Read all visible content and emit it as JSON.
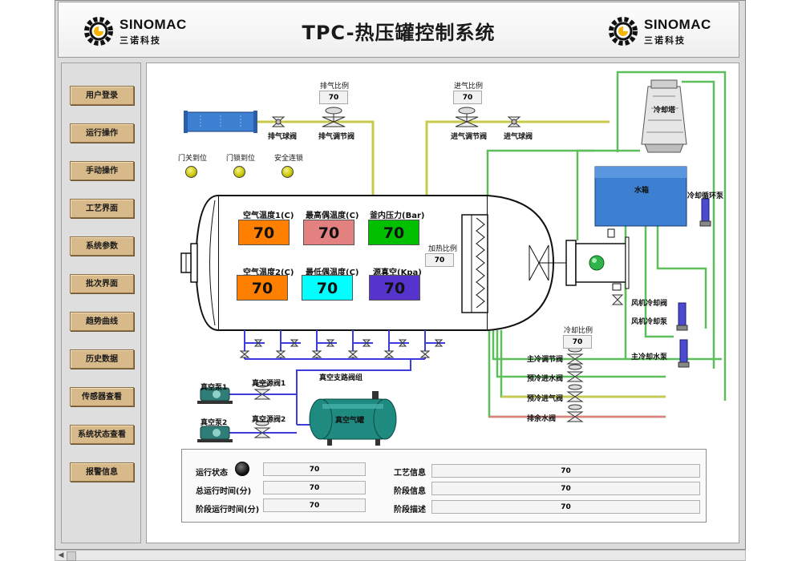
{
  "header": {
    "title": "TPC-热压罐控制系统",
    "logo_brand": "SINOMAC",
    "logo_sub": "三诺科技"
  },
  "sidebar": {
    "items": [
      {
        "label": "用户登录"
      },
      {
        "label": "运行操作"
      },
      {
        "label": "手动操作"
      },
      {
        "label": "工艺界面"
      },
      {
        "label": "系统参数"
      },
      {
        "label": "批次界面"
      },
      {
        "label": "趋势曲线"
      },
      {
        "label": "历史数据"
      },
      {
        "label": "传感器查看"
      },
      {
        "label": "系统状态查看"
      },
      {
        "label": "报警信息"
      }
    ]
  },
  "ratios": {
    "exhaust": {
      "label": "排气比例",
      "value": "70"
    },
    "intake": {
      "label": "进气比例",
      "value": "70"
    },
    "heating": {
      "label": "加热比例",
      "value": "70"
    },
    "cooling": {
      "label": "冷却比例",
      "value": "70"
    }
  },
  "valves": {
    "exhaust_ball": "排气球阀",
    "exhaust_reg": "排气调节阀",
    "intake_reg": "进气调节阀",
    "intake_ball": "进气球阀",
    "fan_cool": "风机冷却阀",
    "main_cool_reg": "主冷调节阀",
    "precool_in": "预冷进水阀",
    "precool_air": "预冷进气阀",
    "drain": "排余水阀",
    "vac_src1": "真空源阀1",
    "vac_src2": "真空源阀2",
    "vac_branch": "真空支路阀组"
  },
  "equipment": {
    "cooling_tower": "冷却塔",
    "water_tank": "水箱",
    "cool_circ_pump": "冷却循环泵",
    "fan_cool_pump": "风机冷却泵",
    "main_cool_pump": "主冷却水泵",
    "vac_pump1": "真空泵1",
    "vac_pump2": "真空泵2",
    "vac_tank": "真空气罐"
  },
  "indicators": {
    "door_closed": "门关到位",
    "door_locked": "门锁到位",
    "safety_lock": "安全连锁"
  },
  "gauges": [
    {
      "label": "空气温度1(C)",
      "value": "70",
      "color": "#ff8000"
    },
    {
      "label": "最高偶温度(C)",
      "value": "70",
      "color": "#e38181"
    },
    {
      "label": "釜内压力(Bar)",
      "value": "70",
      "color": "#00c000"
    },
    {
      "label": "空气温度2(C)",
      "value": "70",
      "color": "#ff8000"
    },
    {
      "label": "最低偶温度(C)",
      "value": "70",
      "color": "#00ffff"
    },
    {
      "label": "源真空(Kpa)",
      "value": "70",
      "color": "#5533cc"
    }
  ],
  "status": {
    "run_state_label": "运行状态",
    "run_state_value": "70",
    "total_time_label": "总运行时间(分)",
    "total_time_value": "70",
    "stage_time_label": "阶段运行时间(分)",
    "stage_time_value": "70",
    "process_info_label": "工艺信息",
    "process_info_value": "70",
    "stage_info_label": "阶段信息",
    "stage_info_value": "70",
    "stage_desc_label": "阶段描述",
    "stage_desc_value": "70"
  },
  "colors": {
    "pipe_yellow": "#c8c84a",
    "pipe_green": "#5cbf5c",
    "pipe_blue": "#3c3ce0",
    "pipe_red": "#e08080",
    "tank_blue": "#3d7fd0",
    "nav_button": "#d8b98a"
  }
}
